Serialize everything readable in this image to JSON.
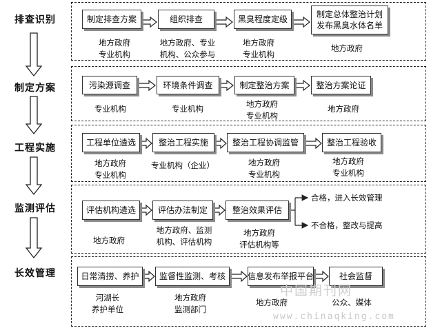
{
  "stages": [
    {
      "label": "排查识别"
    },
    {
      "label": "制定方案"
    },
    {
      "label": "工程实施"
    },
    {
      "label": "监测评估"
    },
    {
      "label": "长效管理"
    }
  ],
  "rows": [
    {
      "steps": [
        {
          "label": "制定排查方案",
          "actors": "地方政府\n专业机构"
        },
        {
          "label": "组织排查",
          "actors": "地方政府、专业\n机构、公众参与"
        },
        {
          "label": "黑臭程度定级",
          "actors": "地方政府\n专业机构"
        },
        {
          "label": "制定总体整治计划\n发布黑臭水体名单",
          "actors": "地方政府"
        }
      ]
    },
    {
      "steps": [
        {
          "label": "污染源调查",
          "actors": "专业机构"
        },
        {
          "label": "环境条件调查",
          "actors": "专业机构"
        },
        {
          "label": "制定整治方案",
          "actors": "地方政府\n专业机构"
        },
        {
          "label": "整治方案论证",
          "actors": "地方政府"
        }
      ]
    },
    {
      "steps": [
        {
          "label": "工程单位遴选",
          "actors": "地方政府\n专业机构"
        },
        {
          "label": "整治工程实施",
          "actors": "专业机构（企业）"
        },
        {
          "label": "整治工程协调监管",
          "actors": "地方政府\n专业机构"
        },
        {
          "label": "整治工程验收",
          "actors": "地方政府\n专业机构"
        }
      ]
    },
    {
      "steps": [
        {
          "label": "评估机构遴选",
          "actors": "地方政府"
        },
        {
          "label": "评估办法制定",
          "actors": "地方政府、监测\n机构、评估机构"
        },
        {
          "label": "整治效果评估",
          "actors": "地方政府\n评估机构等"
        }
      ],
      "outcomes": [
        "合格，进入长效管理",
        "不合格，整改与提高"
      ]
    },
    {
      "steps": [
        {
          "label": "日常清捞、养护",
          "actors": "河湖长\n养护单位"
        },
        {
          "label": "监督性监测、考核",
          "actors": "地方政府\n监测部门"
        },
        {
          "label": "信息发布举报平台",
          "actors": "地方政府"
        },
        {
          "label": "社会监督",
          "actors": "公众、媒体"
        }
      ]
    }
  ],
  "watermark": {
    "cn": "中国期刊网",
    "url": "www.chinaqking.com"
  }
}
